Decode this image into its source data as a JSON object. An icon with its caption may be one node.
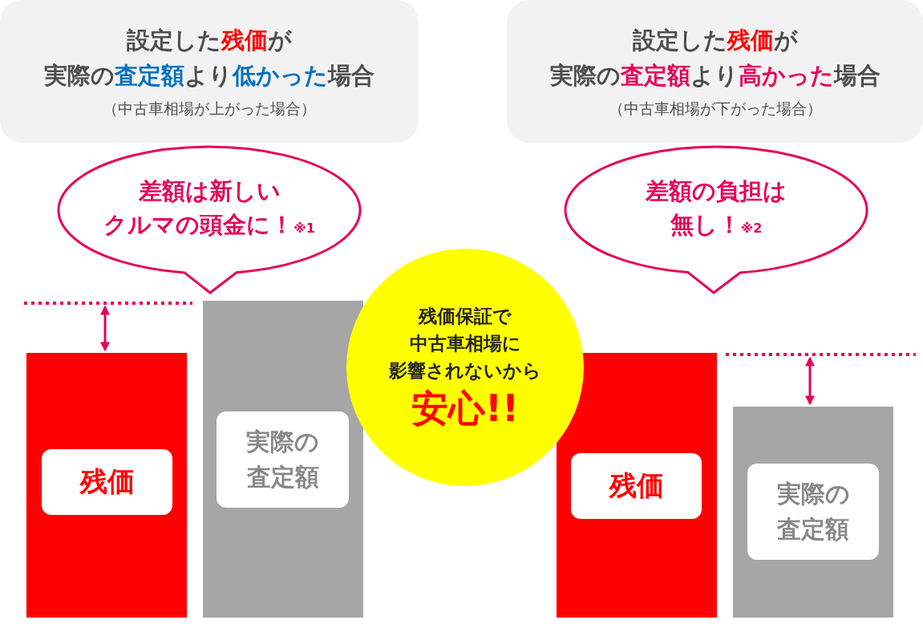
{
  "diagram": {
    "nodes": [
      {
        "text": [
          "設定した**残価**が実際の**査定額**より**低かった**場合",
          "（中古車相場が上がった場合）"
        ]
      },
      {
        "text": [
          "設定した**残価**が実際の**査定額**より**高かった**場合",
          "（中古車相場が下がった場合）"
        ]
      },
      {
        "text": [
          "差額は新しいクルマの頭金に！",
          "※1"
        ]
      },
      {
        "text": [
          "差額の負担は無し！",
          "※2"
        ]
      },
      {
        "text": [
          "残価保証で中古車相場に影響されないから",
          "安心!!"
        ]
      },
      {
        "text": [],
        "shape": "bar"
      },
      {
        "text": [
          "残価"
        ],
        "in": 5
      },
      {
        "text": [],
        "shape": "bar"
      },
      {
        "text": [
          "実際の査定額"
        ],
        "in": 7
      },
      {
        "text": [],
        "shape": "bar"
      },
      {
        "text": [
          "残価"
        ],
        "in": 9
      },
      {
        "text": [],
        "shape": "bar"
      },
      {
        "text": [
          "実際の査定額"
        ],
        "in": 11
      }
    ]
  }
}
